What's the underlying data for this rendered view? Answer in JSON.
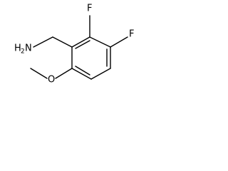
{
  "molecule": {
    "atoms": {
      "amine_H": "H",
      "amine_sub": "2",
      "amine_N": "N",
      "fluoro_top": "F",
      "fluoro_right": "F",
      "oxygen": "O"
    }
  }
}
